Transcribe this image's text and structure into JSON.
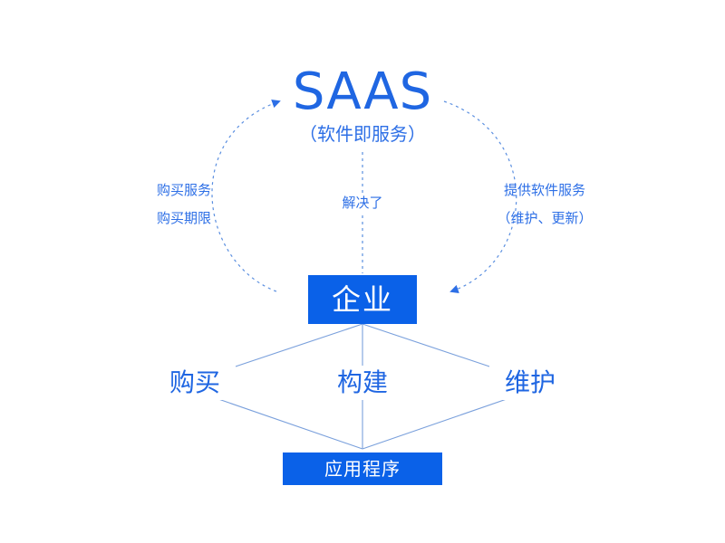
{
  "diagram": {
    "title": "SAAS",
    "subtitle": "（软件即服务）",
    "left_label": {
      "line1": "购买服务",
      "line2": "购买期限"
    },
    "center_label": "解决了",
    "right_label": {
      "line1": "提供软件服务",
      "line2": "（维护、更新）"
    },
    "enterprise": "企业",
    "activities": [
      "购买",
      "构建",
      "维护"
    ],
    "application": "应用程序",
    "colors": {
      "primary": "#0a61e8",
      "text": "#1f66e2",
      "line": "#6b95d6"
    }
  }
}
